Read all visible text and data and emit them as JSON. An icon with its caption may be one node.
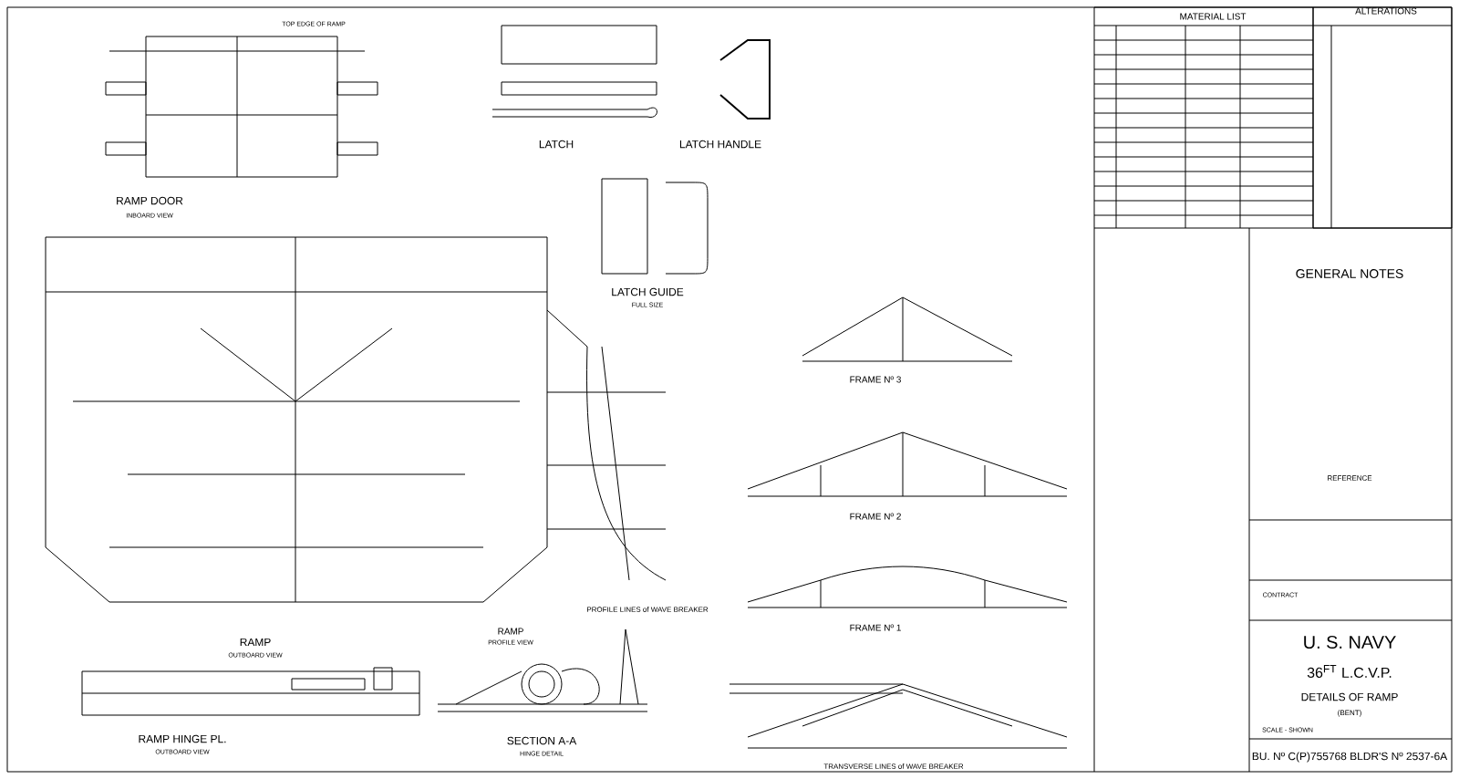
{
  "diagram": {
    "labels": [
      "MATERIAL LIST",
      "ALTERATIONS",
      "GENERAL NOTES",
      "REFERENCE",
      "U. S. NAVY",
      "36$^{FT}$ L.C.V.P.",
      "DETAILS OF RAMP",
      "(BENT)",
      "SCALE - SHOWN",
      "BU. Nº C(P)755768 BLDR'S Nº 2537-6A",
      "CONTRACT",
      "RAMP DOOR",
      "INBOARD VIEW",
      "TOP EDGE OF RAMP",
      "LATCH",
      "LATCH HANDLE",
      "LATCH GUIDE",
      "FULL SIZE",
      "RAMP",
      "OUTBOARD VIEW",
      "RAMP HINGE PL.",
      "OUTBOARD VIEW",
      "SECTION A-A",
      "HINGE DETAIL",
      "RAMP",
      "PROFILE VIEW",
      "PROFILE LINES of WAVE BREAKER",
      "FRAME Nº 3",
      "FRAME Nº 2",
      "FRAME Nº 1",
      "TRANSVERSE LINES of WAVE BREAKER"
    ]
  }
}
